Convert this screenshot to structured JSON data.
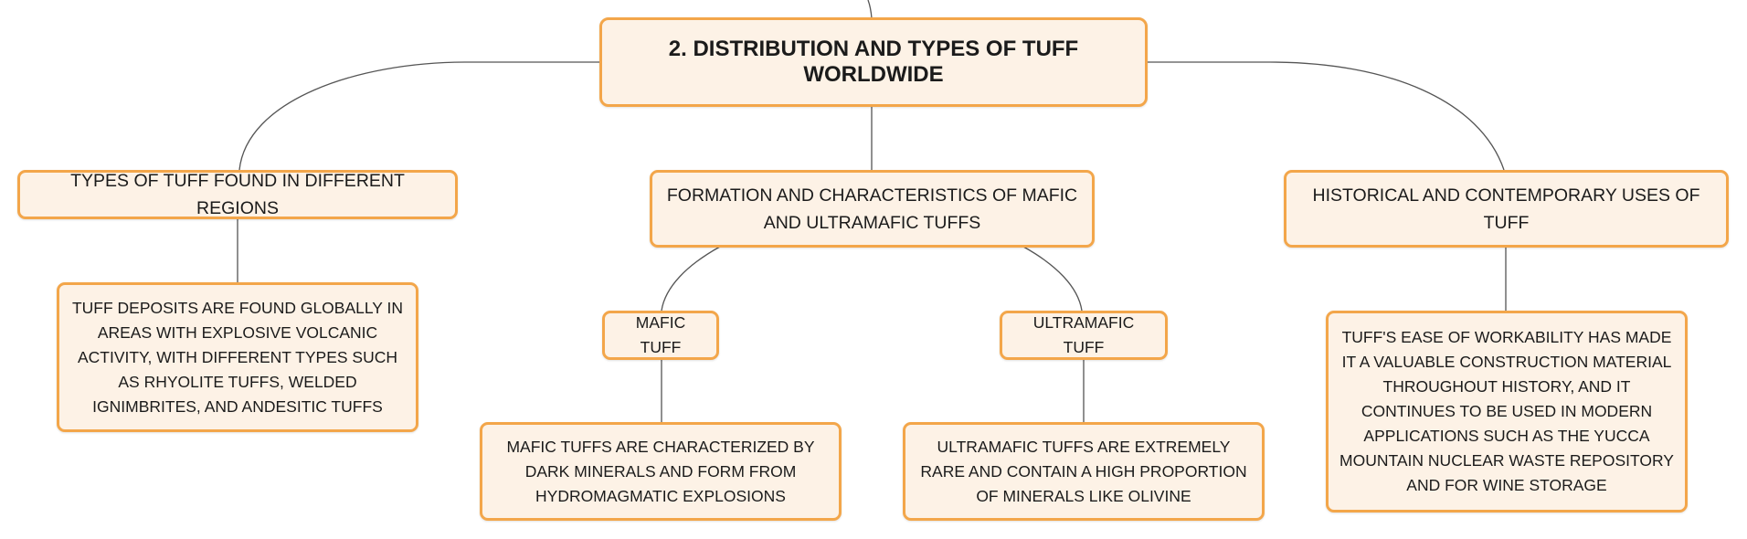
{
  "root": {
    "title": "2. DISTRIBUTION AND TYPES OF TUFF WORLDWIDE"
  },
  "branches": {
    "regions": {
      "title": "TYPES OF TUFF FOUND IN DIFFERENT REGIONS",
      "detail": "TUFF DEPOSITS ARE FOUND GLOBALLY IN AREAS WITH EXPLOSIVE VOLCANIC ACTIVITY, WITH DIFFERENT TYPES SUCH AS RHYOLITE TUFFS, WELDED IGNIMBRITES, AND ANDESITIC TUFFS"
    },
    "formation": {
      "title": "FORMATION AND CHARACTERISTICS OF MAFIC AND ULTRAMAFIC TUFFS",
      "mafic": {
        "title": "MAFIC TUFF",
        "detail": "MAFIC TUFFS ARE CHARACTERIZED BY DARK MINERALS AND FORM FROM HYDROMAGMATIC EXPLOSIONS"
      },
      "ultramafic": {
        "title": "ULTRAMAFIC TUFF",
        "detail": "ULTRAMAFIC TUFFS ARE EXTREMELY RARE AND CONTAIN A HIGH PROPORTION OF MINERALS LIKE OLIVINE"
      }
    },
    "uses": {
      "title": "HISTORICAL AND CONTEMPORARY USES OF TUFF",
      "detail": "TUFF'S EASE OF WORKABILITY HAS MADE IT A VALUABLE CONSTRUCTION MATERIAL THROUGHOUT HISTORY, AND IT CONTINUES TO BE USED IN MODERN APPLICATIONS SUCH AS THE YUCCA MOUNTAIN NUCLEAR WASTE REPOSITORY AND FOR WINE STORAGE"
    }
  },
  "colors": {
    "node_fill": "#fdf2e6",
    "node_border": "#f3a64a",
    "connector": "#555555"
  }
}
